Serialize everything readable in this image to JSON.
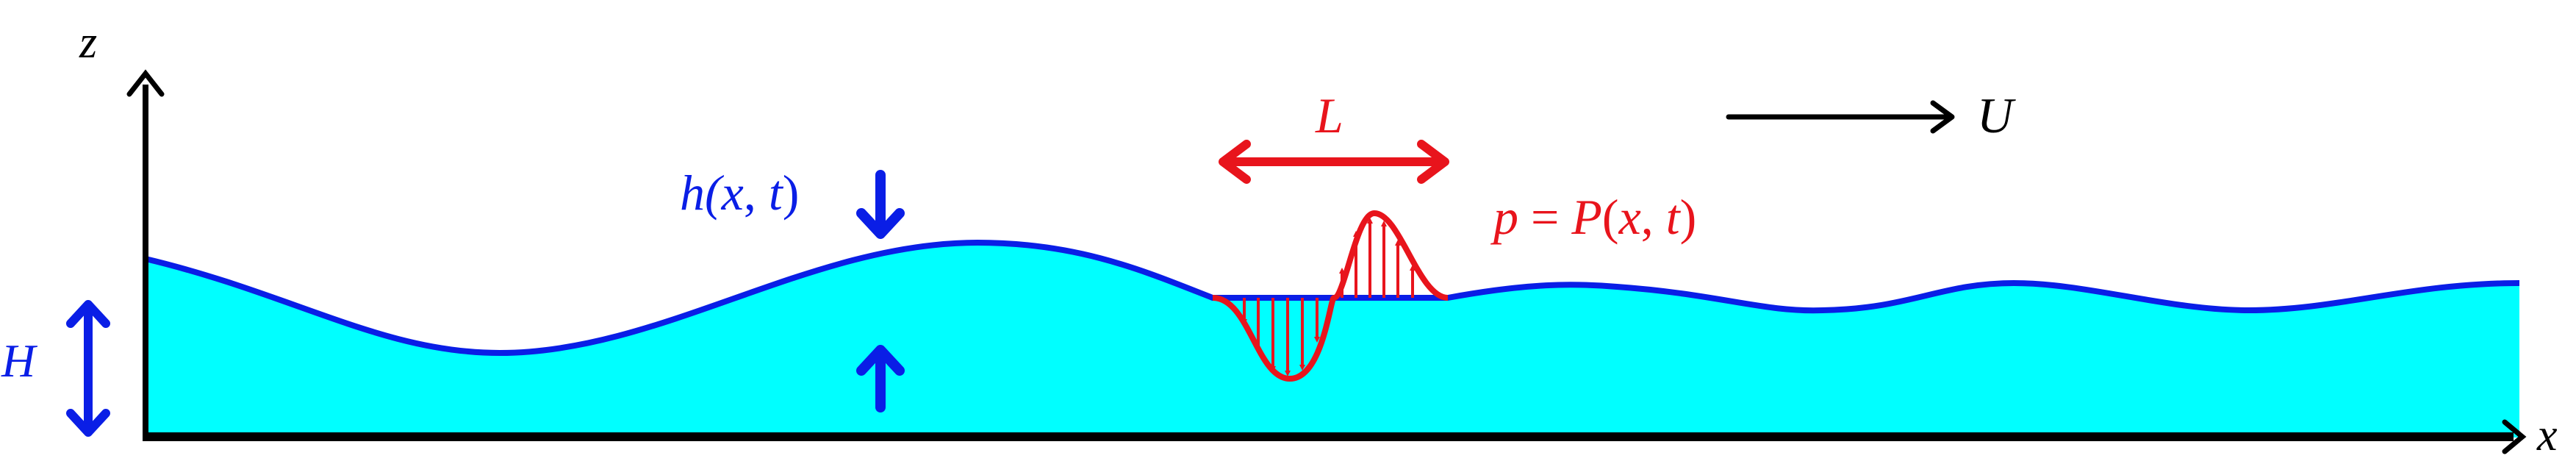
{
  "labels": {
    "z_axis": "z",
    "x_axis": "x",
    "depth": "H",
    "height_prefix": "h(",
    "height_x": "x",
    "height_sep": ", ",
    "height_t": "t",
    "height_suffix": ")",
    "length": "L",
    "velocity": "U",
    "pressure_p": "p",
    "pressure_eq": " = ",
    "pressure_P": "P",
    "pressure_open": "(",
    "pressure_x": "x",
    "pressure_sep": ", ",
    "pressure_t": "t",
    "pressure_close": ")"
  },
  "colors": {
    "fluid": "#00ffff",
    "surface": "#0a1ee6",
    "pressure": "#e8141c",
    "axes": "#000000"
  }
}
